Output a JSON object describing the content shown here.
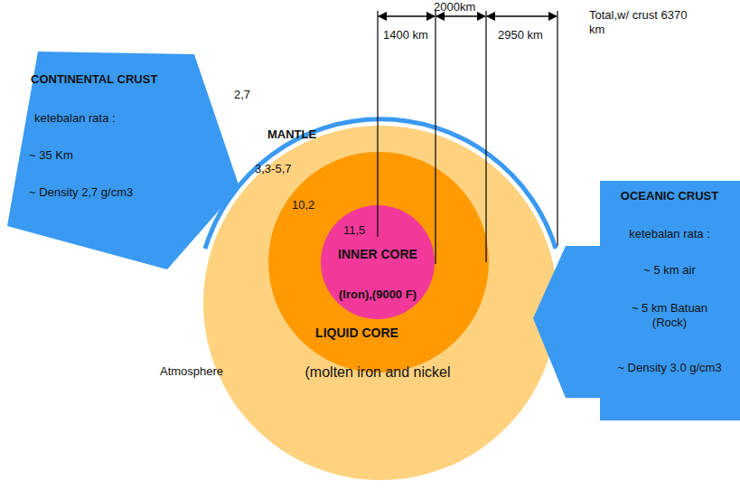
{
  "diagram": {
    "nodes": [
      {
        "text": [
          "CONTINENTAL CRUST",
          "ketebalan rata :",
          "~ 35 Km",
          "~ Density 2,7 g/cm3"
        ]
      },
      {
        "text": [
          "MANTLE"
        ]
      },
      {
        "text": [
          "LIQUID CORE",
          "(molten iron and nickel"
        ],
        "in": 1
      },
      {
        "text": [
          "INNER CORE",
          "(Iron),(9000 F)"
        ],
        "in": 2
      },
      {
        "text": [
          "OCEANIC CRUST",
          "ketebalan rata :",
          "~ 5 km air",
          "~ 5 km Batuan (Rock)",
          "~ Density 3.0 g/cm3"
        ]
      }
    ],
    "labels": [
      "2000km",
      "1400 km",
      "2950 km",
      "Total,w/ crust 6370 km",
      "2,7",
      "3,3-5,7",
      "10,2",
      "11,5",
      "Atmosphere"
    ]
  }
}
